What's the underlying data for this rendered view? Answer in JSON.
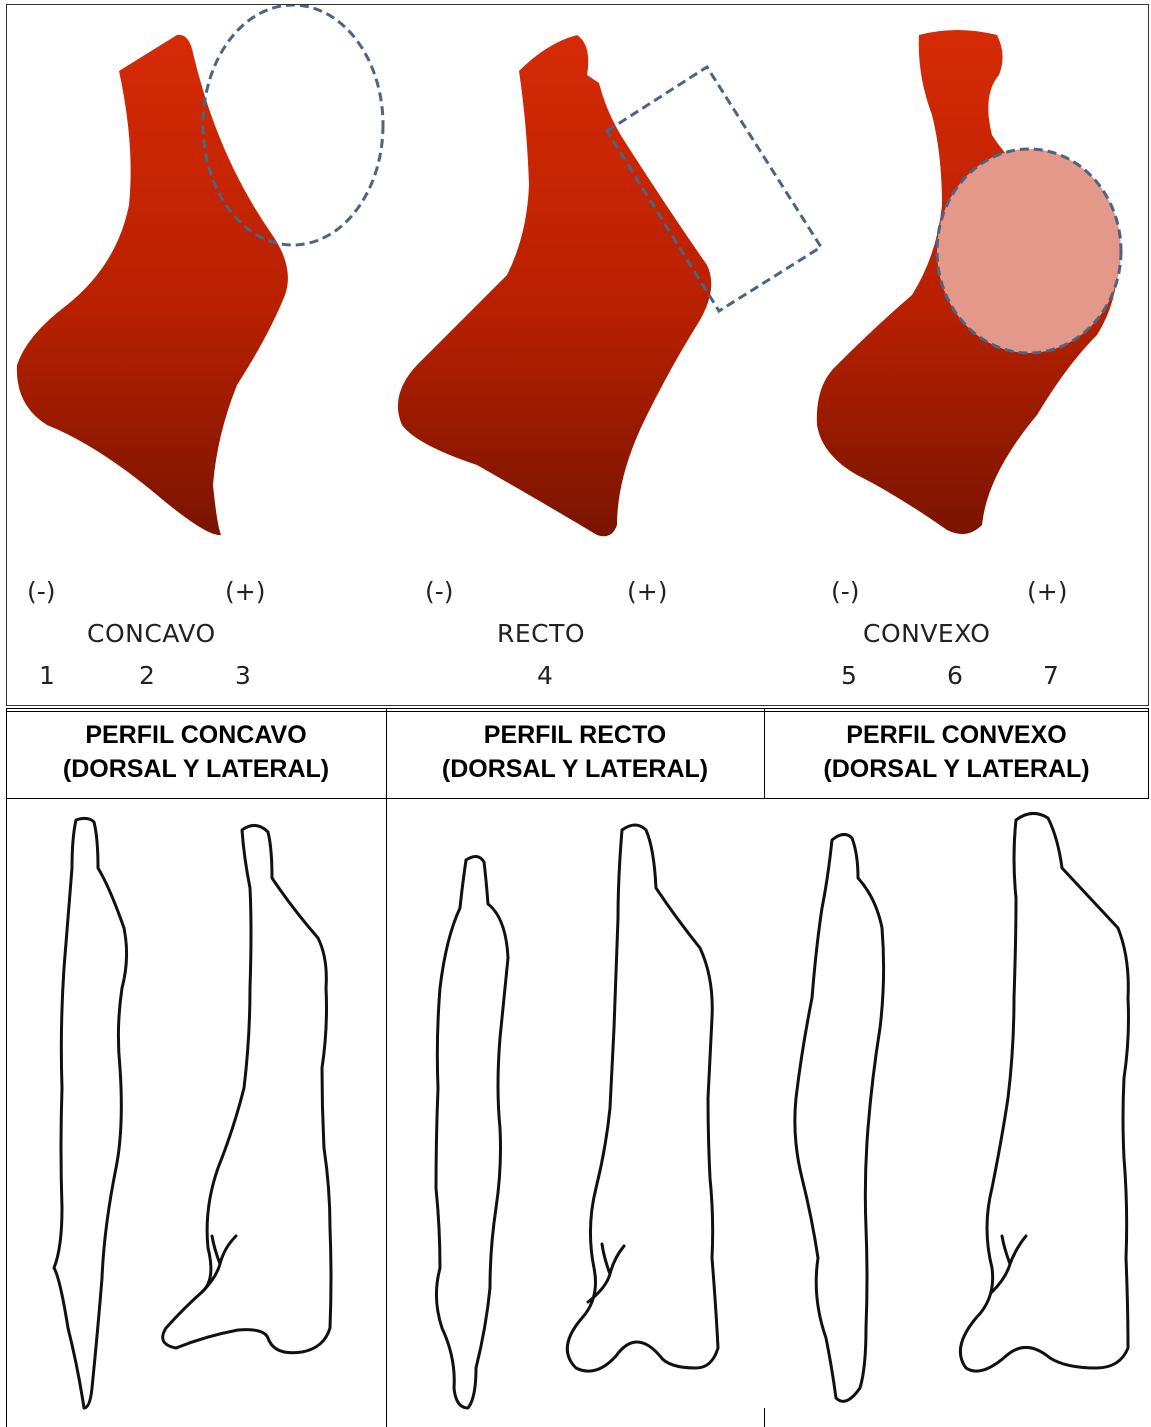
{
  "top": {
    "profiles": [
      {
        "minus": "(-)",
        "plus": "(+)",
        "label": "CONCAVO",
        "numbers": [
          "1",
          "2",
          "3"
        ]
      },
      {
        "minus": "(-)",
        "plus": "(+)",
        "label": "RECTO",
        "numbers": [
          "4"
        ]
      },
      {
        "minus": "(-)",
        "plus": "(+)",
        "label": "CONVEXO",
        "numbers": [
          "5",
          "6",
          "7"
        ]
      }
    ],
    "colors": {
      "meat_top": "#d62a06",
      "meat_bottom": "#7a1400",
      "dash": "#4a6584",
      "convex_fill": "#e3988a"
    }
  },
  "table": {
    "headers": [
      {
        "line1": "PERFIL CONCAVO",
        "line2": "(DORSAL Y LATERAL)"
      },
      {
        "line1": "PERFIL RECTO",
        "line2": "(DORSAL Y LATERAL)"
      },
      {
        "line1": "PERFIL CONVEXO",
        "line2": "(DORSAL Y LATERAL)"
      }
    ]
  }
}
